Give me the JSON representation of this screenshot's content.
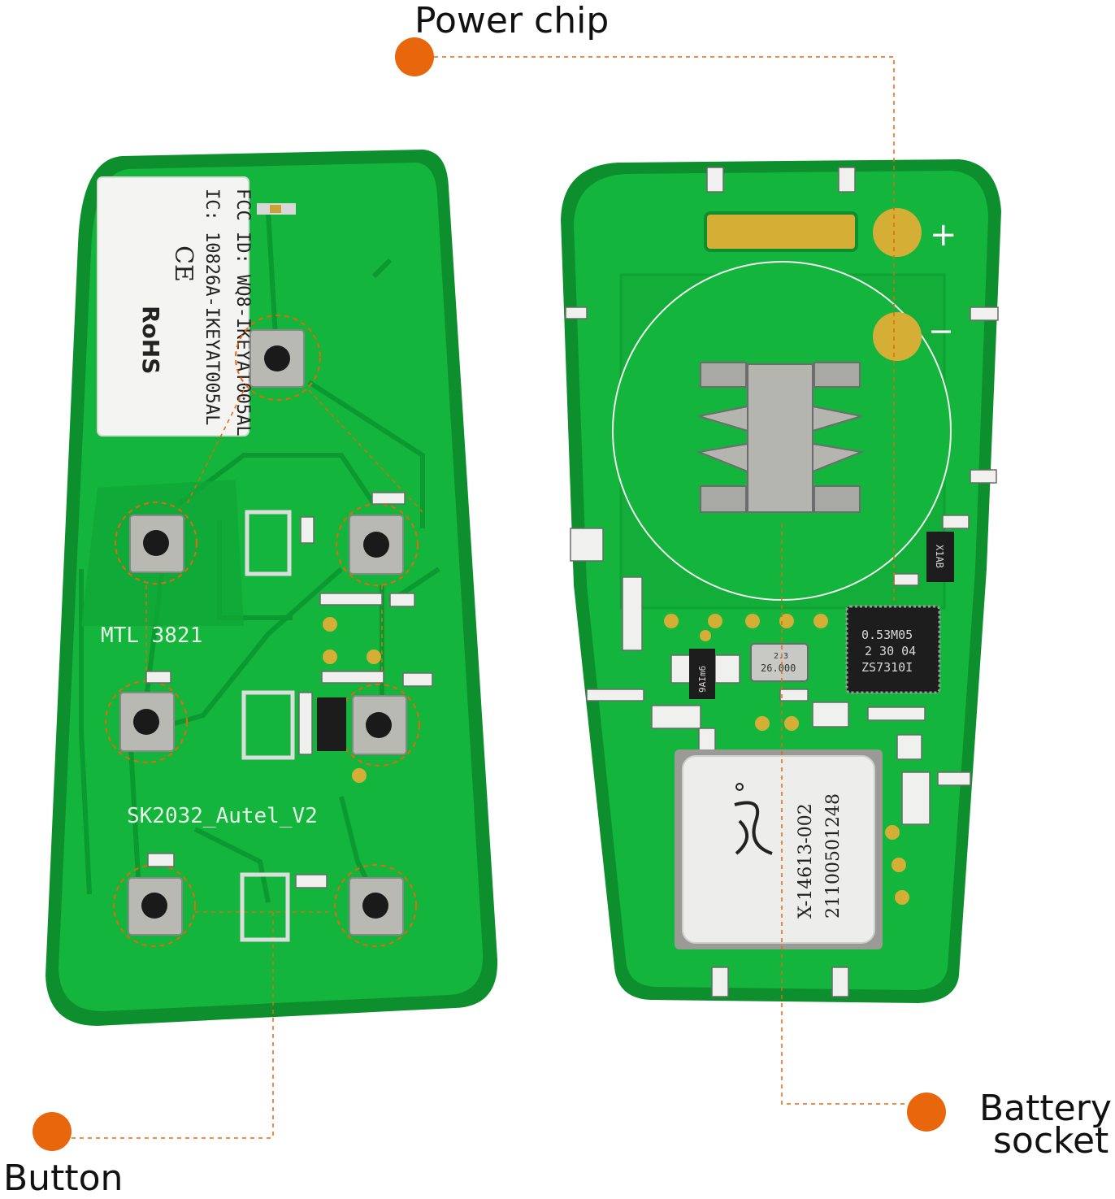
{
  "callouts": {
    "power_chip": "Power chip",
    "button": "Button",
    "battery_socket_line1": "Battery",
    "battery_socket_line2": "socket"
  },
  "left_board": {
    "fcc_line": "FCC ID: WQ8-IKEYAT005AL",
    "ic_line": "IC: 10826A-IKEYAT005AL",
    "ce_mark": "CE",
    "rohs_mark": "RoHS",
    "mtl_code": "MTL 3821",
    "board_name": "SK2032_Autel_V2"
  },
  "right_board": {
    "plus_sign": "+",
    "minus_sign": "−",
    "chip_line1": "0.53M05",
    "chip_line2": "2 30 04",
    "chip_line3": "ZS7310I",
    "crystal_line1": "26.000",
    "crystal_line2": "2.3",
    "small_chip": "9AIm6",
    "side_chip": "X1AB",
    "shield_line1": "X-14613-002",
    "shield_line2": "21100501248"
  },
  "colors": {
    "accent": "#E8660C",
    "pcb_green": "#12B33A",
    "pcb_edge": "#0E8F2E",
    "trace": "#0C9C32",
    "gold": "#D4AE35"
  }
}
